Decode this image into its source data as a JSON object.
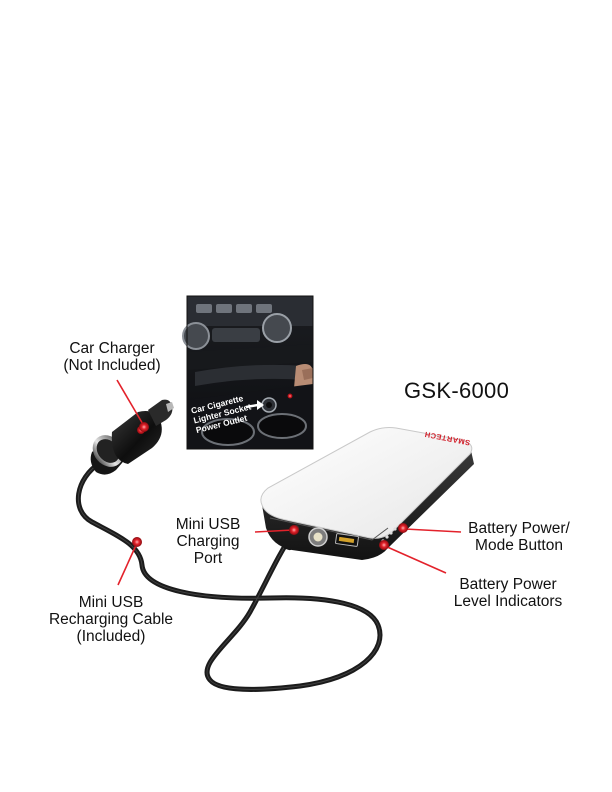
{
  "model_name": "GSK-6000",
  "brand_text": "SMARTECH",
  "accent_color": "#e3222b",
  "inset_photo": {
    "caption_lines": [
      "Car Cigarette",
      "Lighter Socket",
      "Power Outlet"
    ]
  },
  "callouts": {
    "car_charger": {
      "line1": "Car Charger",
      "line2": "(Not Included)"
    },
    "mini_usb_port": {
      "line1": "Mini USB",
      "line2": "Charging",
      "line3": "Port"
    },
    "recharging_cable": {
      "line1": "Mini USB",
      "line2": "Recharging Cable",
      "line3": "(Included)"
    },
    "power_button": {
      "line1": "Battery Power/",
      "line2": "Mode Button"
    },
    "level_indicators": {
      "line1": "Battery Power",
      "line2": "Level Indicators"
    }
  }
}
